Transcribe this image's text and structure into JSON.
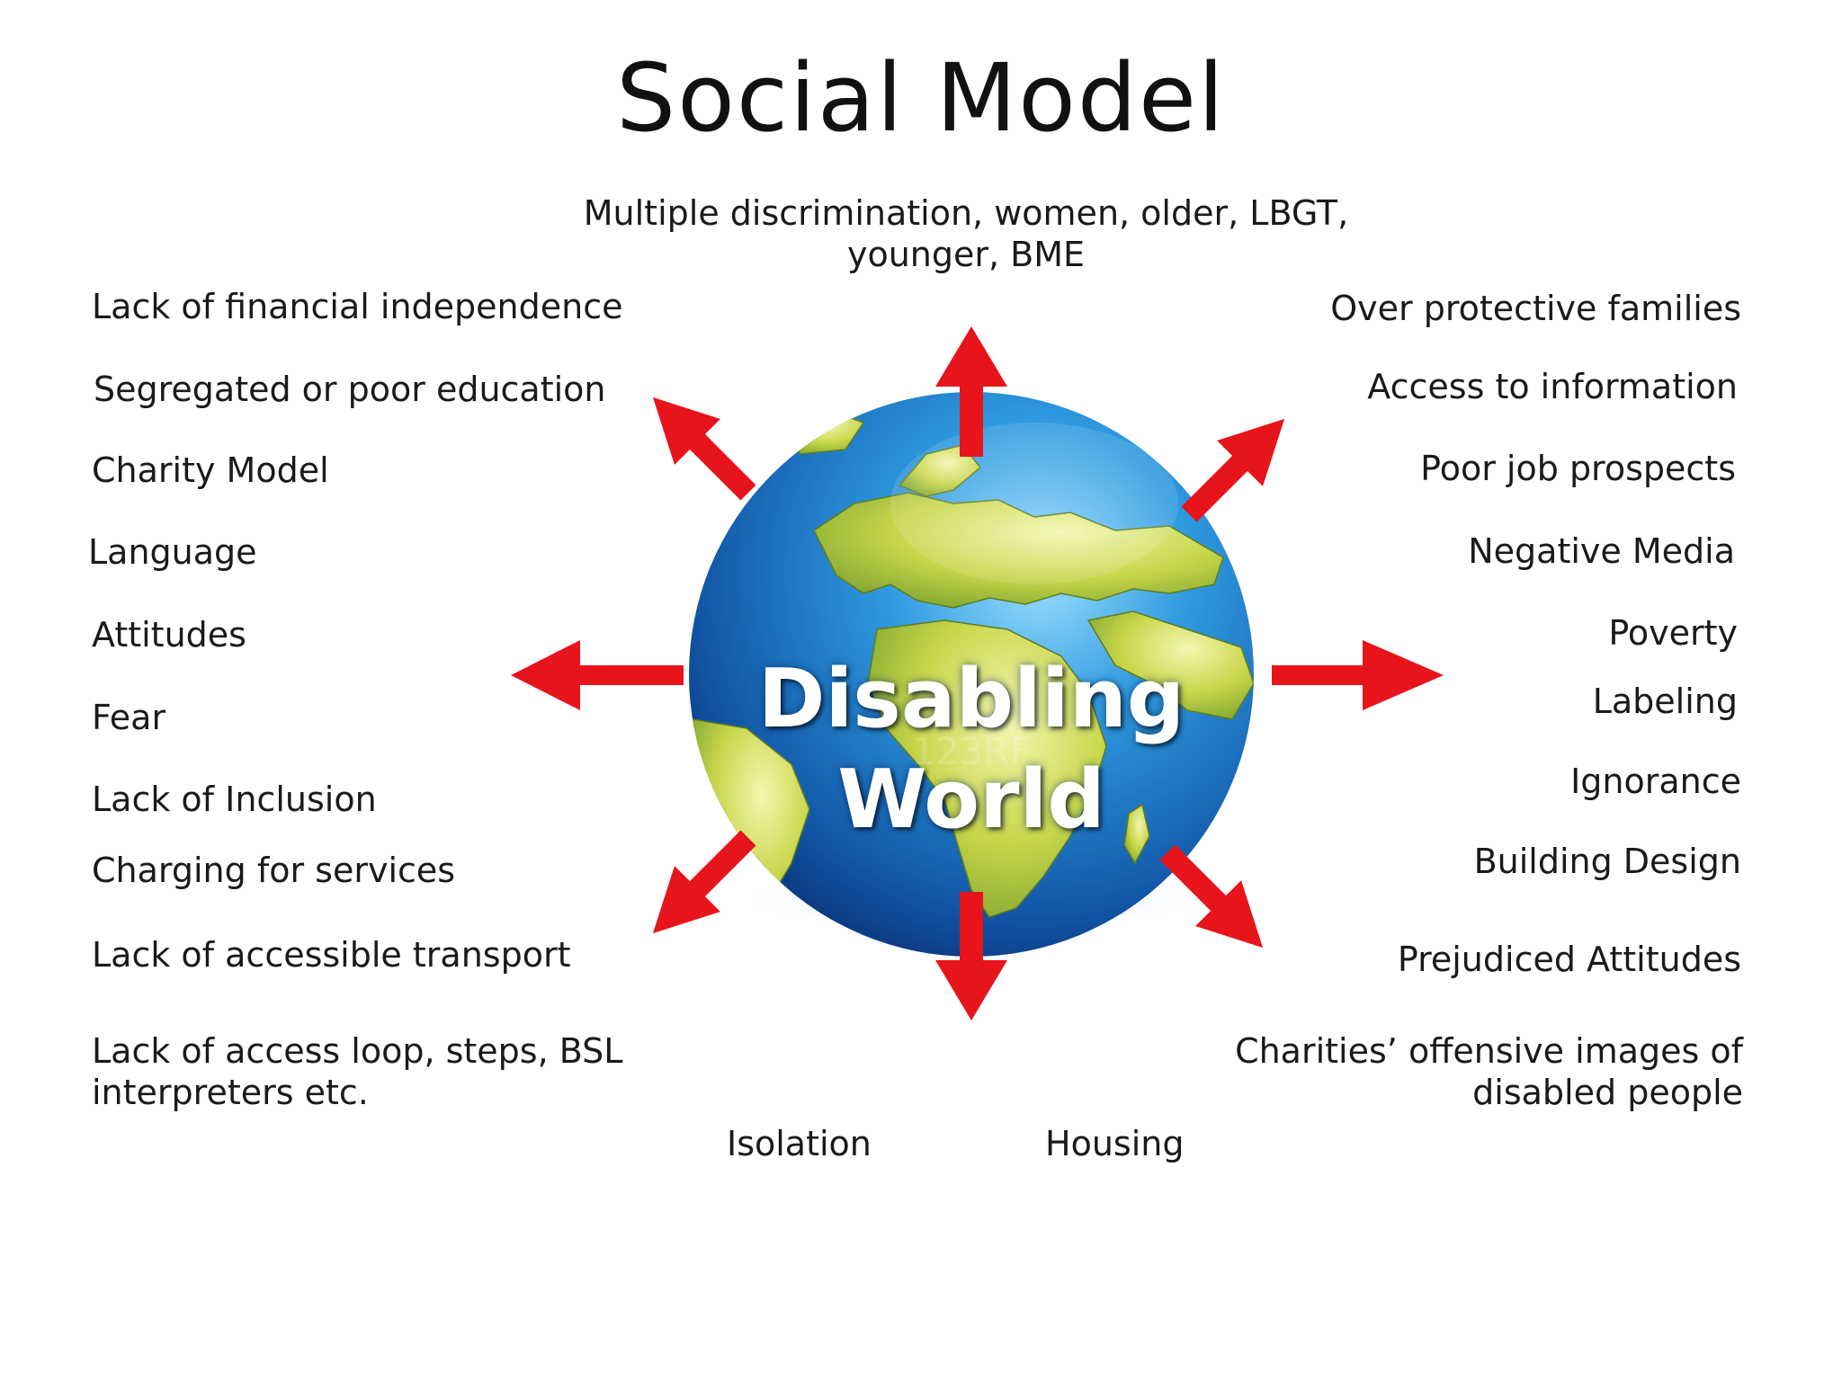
{
  "title": "Social Model",
  "center": {
    "line1": "Disabling",
    "line2": "World"
  },
  "watermark": "123RF",
  "top_label": "Multiple discrimination, women, older, LBGT, younger, BME",
  "left_labels": [
    "Lack of financial independence",
    "Segregated or poor education",
    "Charity Model",
    "Language",
    "Attitudes",
    "Fear",
    "Lack of Inclusion",
    "Charging for services",
    "Lack of accessible transport",
    "Lack of access loop, steps, BSL interpreters etc."
  ],
  "right_labels": [
    "Over protective families",
    "Access to information",
    "Poor job prospects",
    "Negative Media",
    "Poverty",
    "Labeling",
    "Ignorance",
    "Building Design",
    "Prejudiced Attitudes",
    "Charities’ offensive images of disabled people"
  ],
  "bottom_labels": [
    "Isolation",
    "Housing"
  ],
  "colors": {
    "arrow": "#e8141b",
    "ocean": "#1d78c8",
    "land": "#c9d84a"
  },
  "icons": {
    "center": "globe-icon",
    "arrows": "arrow-icon"
  }
}
